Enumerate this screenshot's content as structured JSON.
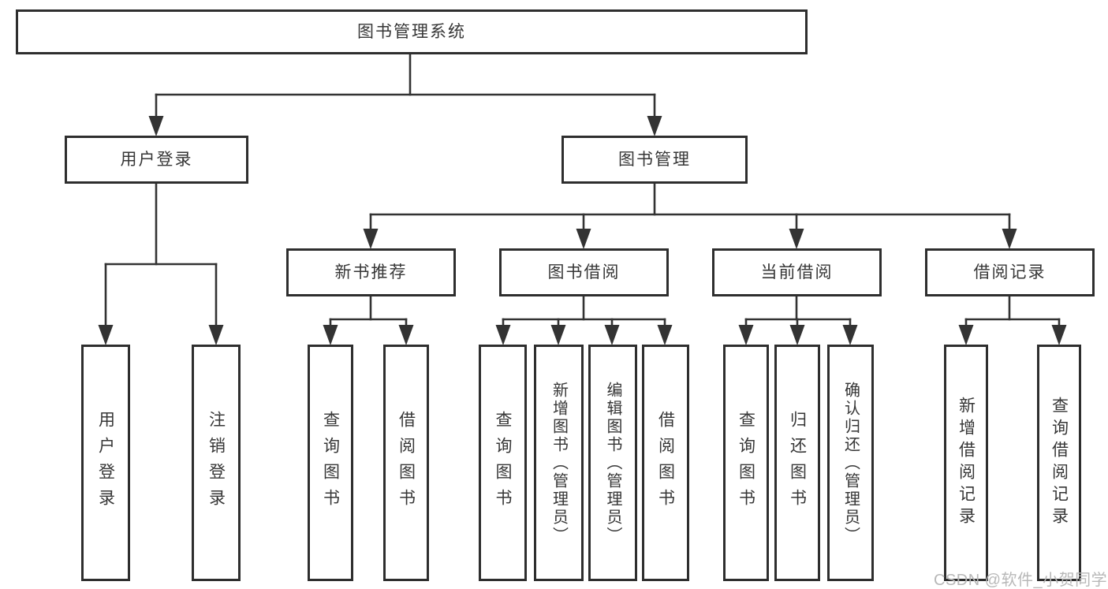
{
  "diagram": {
    "root": "图书管理系统",
    "branches": [
      {
        "label": "用户登录",
        "children": [
          "用户登录",
          "注销登录"
        ]
      },
      {
        "label": "图书管理",
        "groups": [
          {
            "label": "新书推荐",
            "children": [
              "查询图书",
              "借阅图书"
            ]
          },
          {
            "label": "图书借阅",
            "children": [
              "查询图书",
              "新增图书（管理员）",
              "编辑图书（管理员）",
              "借阅图书"
            ]
          },
          {
            "label": "当前借阅",
            "children": [
              "查询图书",
              "归还图书",
              "确认归还（管理员）"
            ]
          },
          {
            "label": "借阅记录",
            "children": [
              "新增借阅记录",
              "查询借阅记录"
            ]
          }
        ]
      }
    ],
    "colors": {
      "line": "#333333",
      "box_border": "#2e2e2e",
      "text": "#363636",
      "watermark": "#b8b8b8"
    }
  },
  "watermark": "CSDN @软件_小贺同学"
}
